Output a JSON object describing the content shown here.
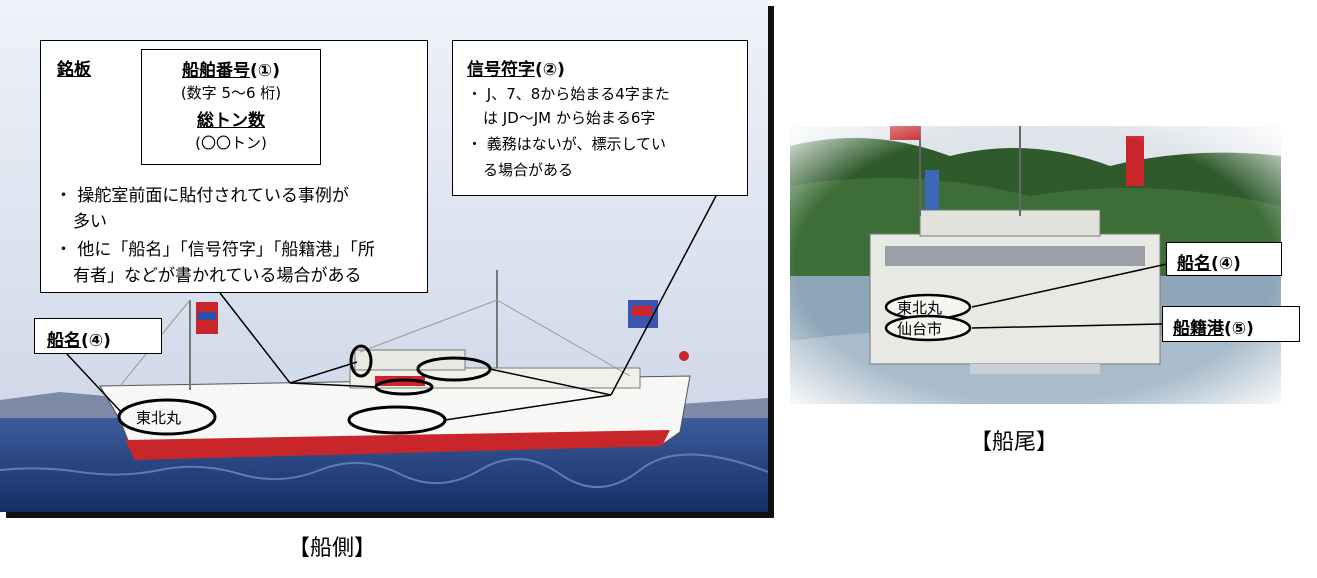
{
  "left_photo": {
    "caption": "【船側】",
    "nameplate": {
      "heading": "銘板",
      "inner_line1": "船舶番号",
      "inner_line1_suffix": "(①)",
      "inner_line2": "(数字 5〜6 桁)",
      "inner_line3": "総トン数",
      "inner_line4": "(〇〇トン)",
      "bullet1_line1": "・ 操舵室前面に貼付されている事例が",
      "bullet1_line2": "多い",
      "bullet2_line1": "・ 他に「船名」「信号符字」「船籍港」「所",
      "bullet2_line2": "有者」などが書かれている場合がある"
    },
    "signal": {
      "heading": "信号符字",
      "heading_suffix": "(②)",
      "line1": "・ J、7、8から始まる4字また",
      "line2": "は JD〜JM から始まる6字",
      "line3": "・ 義務はないが、標示してい",
      "line4": "る場合がある"
    },
    "ship_name_label": {
      "text": "船名",
      "suffix": "(④)"
    },
    "hull_name": "東北丸"
  },
  "right_photo": {
    "caption": "【船尾】",
    "ship_name_label": {
      "text": "船名",
      "suffix": "(④)"
    },
    "port_label": {
      "text": "船籍港",
      "suffix": "(⑤)"
    },
    "stern_name": "東北丸",
    "stern_port": "仙台市"
  },
  "colors": {
    "sea": "#1b3a7a",
    "hull_red": "#c8262a",
    "sky": "#dfe6f2",
    "hills": "#2e5a2c"
  }
}
